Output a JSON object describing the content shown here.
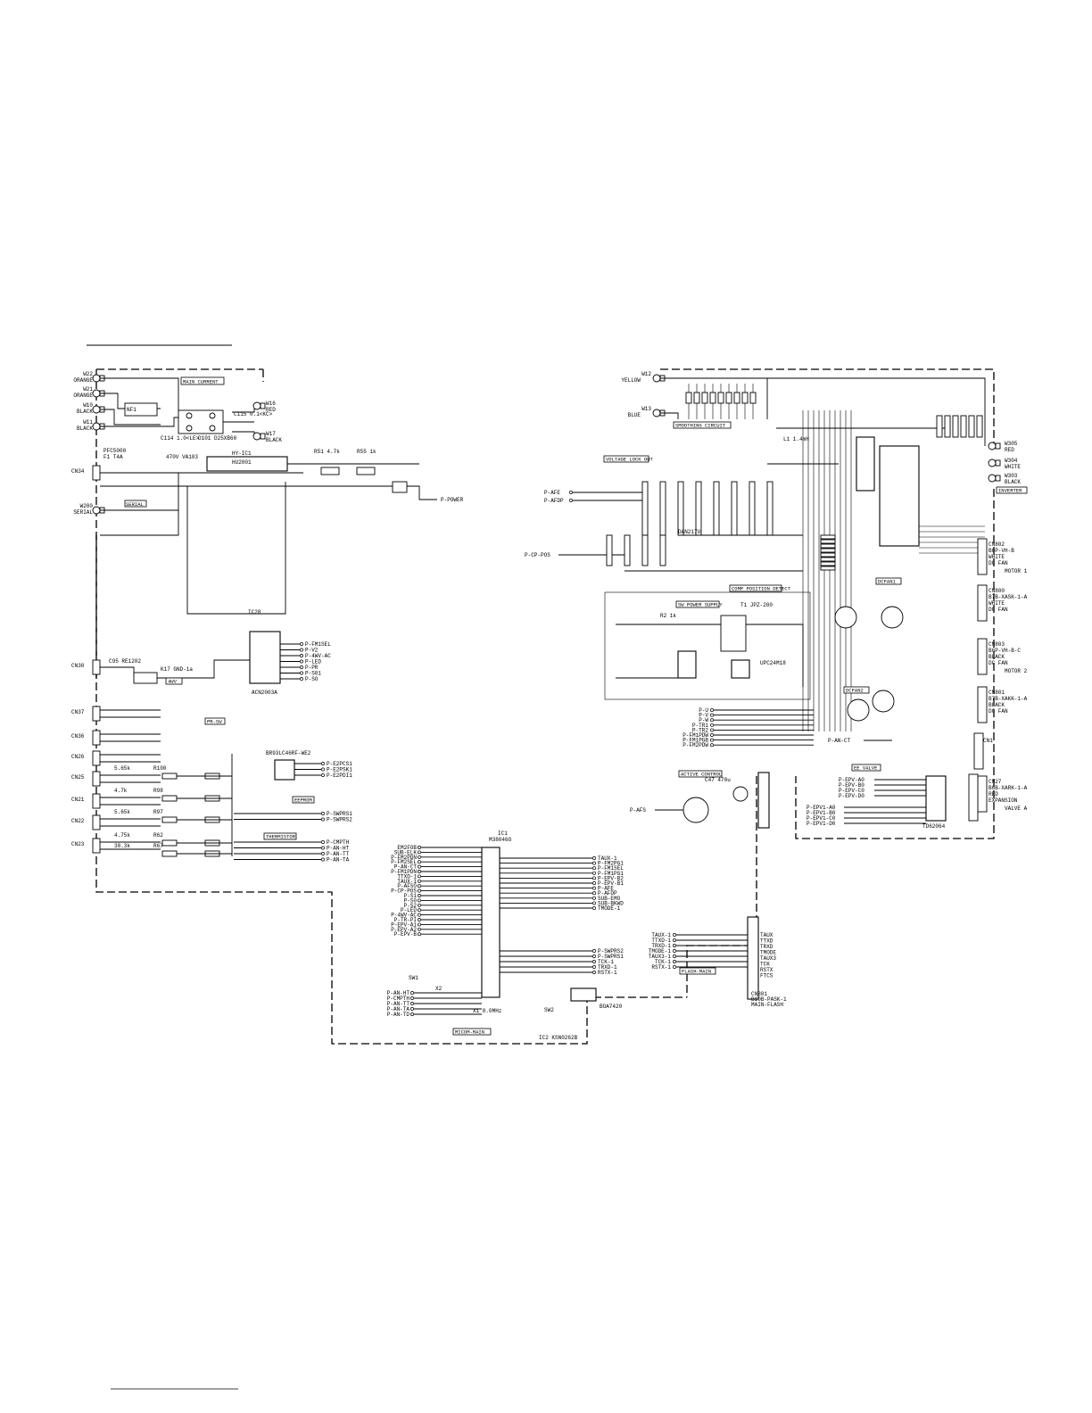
{
  "sections": {
    "main_current": "MAIN CURRENT",
    "serial": "SERIAL",
    "smoothing": "SMOOTHING CIRCUIT",
    "voltage_lock": "VOLTAGE LOCK OUT",
    "comp_detect": "COMP POSITION DETECT",
    "sw_power": "SW POWER SUPPLY",
    "inverter": "INVERTER",
    "dcfan1": "DCFAN1",
    "dcfan2": "DCFAN2",
    "ee_valve": "EE VALVE",
    "active_control": "ACTIVE CONTROL",
    "fourway": "4WV",
    "eeprom": "EEPROM",
    "thermistor": "THERMISTOR",
    "pr_sw": "PR-SW",
    "micom_main": "MICOM-MAIN",
    "flash_main": "FLASH-MAIN"
  },
  "left_terminals": [
    {
      "id": "W22",
      "color": "ORANGE"
    },
    {
      "id": "W21",
      "color": "ORANGE"
    },
    {
      "id": "W10",
      "color": "BLACK"
    },
    {
      "id": "W11",
      "color": "BLACK"
    },
    {
      "id": "W200",
      "color": "SERIAL"
    }
  ],
  "right_terminals_top": [
    {
      "id": "W12",
      "color": "YELLOW"
    },
    {
      "id": "W13",
      "color": "BLUE"
    }
  ],
  "inverter_terminals": [
    {
      "id": "W305",
      "color": "RED"
    },
    {
      "id": "W304",
      "color": "WHITE"
    },
    {
      "id": "W303",
      "color": "BLACK"
    }
  ],
  "main_terms": [
    {
      "id": "W16",
      "color": "RED"
    },
    {
      "id": "W17",
      "color": "BLACK"
    }
  ],
  "left_connectors": [
    "CN34",
    "CN30",
    "CN37",
    "CN36",
    "CN26",
    "CN25",
    "CN21",
    "CN22",
    "CN23"
  ],
  "sensor_values": [
    "5.65k",
    "4.7k",
    "5.65k",
    "4.75k",
    "38.3k"
  ],
  "sensor_res": [
    "R100",
    "R98",
    "R97",
    "R62",
    "R67"
  ],
  "right_connectors": [
    {
      "id": "CN802",
      "line1": "B6P-VH-B",
      "line2": "WHITE",
      "line3": "DC FAN",
      "tag": "MOTOR 1"
    },
    {
      "id": "CN800",
      "line1": "B7B-XASK-1-A",
      "line2": "WHITE",
      "line3": "DC FAN",
      "tag": ""
    },
    {
      "id": "CN803",
      "line1": "B6P-VH-B-C",
      "line2": "BLACK",
      "line3": "DC FAN",
      "tag": "MOTOR 2"
    },
    {
      "id": "CN801",
      "line1": "B7B-XAKK-1-A",
      "line2": "BLACK",
      "line3": "DC FAN",
      "tag": ""
    },
    {
      "id": "CN27",
      "line1": "B6B-XARK-1-A",
      "line2": "RED",
      "line3": "EXPANSION",
      "tag": "VALVE A"
    }
  ],
  "ics": {
    "ic1": {
      "name": "IC1",
      "part": "M38046O"
    },
    "hyic": {
      "name": "HY-IC1",
      "part": "HU2001"
    },
    "acn": {
      "part": "ACN2003A"
    },
    "flash": {
      "name": "CN801",
      "part": "B10B-PASK-1",
      "sub": "MAIN-FLASH"
    },
    "reset": {
      "part": "BOA7420"
    },
    "eeprom_ic": {
      "part": "BR93LC46RF-WE2"
    },
    "td": {
      "part": "TD62064"
    }
  },
  "micom_left_pins": [
    "EM2FOB",
    "SUB-ELK",
    "P-FM2PDN",
    "P-FM2SEL",
    "P-AN-CT",
    "P-FM1PDN",
    "TTXD-1",
    "TAUX-1",
    "P-AFSO",
    "P-CP-POS",
    "P-S1",
    "P-S0",
    "P-S2",
    "P-LED",
    "P-4WV-AC",
    "P-TR-PI",
    "P-EPV-A1",
    "P-EPV-A2",
    "P-EPV-B"
  ],
  "micom_right_pins": [
    "TAUX-1",
    "P-FM2PG1",
    "P-FM1SEL",
    "P-FM1PG1",
    "P-EPV-B2",
    "P-EPV-B1",
    "P-AFE",
    "P-AFDP",
    "SUB-EMO",
    "SUB-BKWD",
    "TMODE-1"
  ],
  "micom_bottom_pins": [
    "P-AN-HT",
    "P-CMPTH",
    "P-AN-TT",
    "P-AN-TA",
    "P-AN-TD"
  ],
  "micom_right_lower": [
    "P-SWPRS2",
    "P-SWPRS1",
    "TCK-1",
    "TRXD-1",
    "RSTX-1"
  ],
  "hyic_outputs": [
    "P-FM1SEL",
    "P-V2",
    "P-4WV-AC",
    "P-LED",
    "P-PR",
    "P-S01",
    "P-SO"
  ],
  "eeprom_outputs": [
    "P-E2PCS1",
    "P-E2PSK1",
    "P-E2PDI1"
  ],
  "swprs_outputs": [
    "P-SWPRS1",
    "P-SWPRS2"
  ],
  "therm_outputs": [
    "P-CMPTH",
    "P-AN-HT",
    "P-AN-TT",
    "P-AN-TA"
  ],
  "afe_inputs": [
    "P-AFE",
    "P-AFDP"
  ],
  "cp_pos": "P-CP-POS",
  "p_power": "P-POWER",
  "fan_inputs": [
    "P-U",
    "P-V",
    "P-W",
    "P-TR1",
    "P-TR2",
    "P-FM1PDW",
    "P-FM1PGB",
    "P-FM2PDW"
  ],
  "ee_inputs": [
    "P-EPV-A0",
    "P-EPV-B0",
    "P-EPV-C0",
    "P-EPV-D0"
  ],
  "ee_inputs2": [
    "P-EPV1-A0",
    "P-EPV1-B0",
    "P-EPV1-C0",
    "P-EPV1-D0"
  ],
  "afs_input": "P-AFS",
  "ct_input": "P-AN-CT",
  "flash_inputs": [
    "TAUX-1",
    "TTXD-1",
    "TRXD-1",
    "TMODE-1",
    "TAUX3-1",
    "TCK-1",
    "RSTX-1"
  ],
  "flash_pins": [
    "TAUX",
    "TTXD",
    "TRXD",
    "TMODE",
    "TAUX3",
    "TCK",
    "RSTX",
    "FTCS"
  ],
  "misc": {
    "c114": "C114 1.0<LE>",
    "d101": "D101 D25XB60",
    "c115": "C115 0.1<KC>",
    "r51": "R51 4.7k",
    "r55": "R55 1k",
    "k17": "K17 GND-1a",
    "c95": "C95 RE1202",
    "x1": "X1 8.0MHz",
    "c47": "C47 470u",
    "l1": "L1 1.4mH",
    "t1": "T1 JPZ-200",
    "ic5": "UPC24M18",
    "dan": "DAN217U",
    "smooth_r": "R2 1k",
    "cap_vr": "470V VA103",
    "pfc": "PFC5000",
    "cn_out": "CN1",
    "sw1": "SW1",
    "sw2": "SW2",
    "x2": "X2",
    "ic2": "IC2 KSN0262B"
  }
}
